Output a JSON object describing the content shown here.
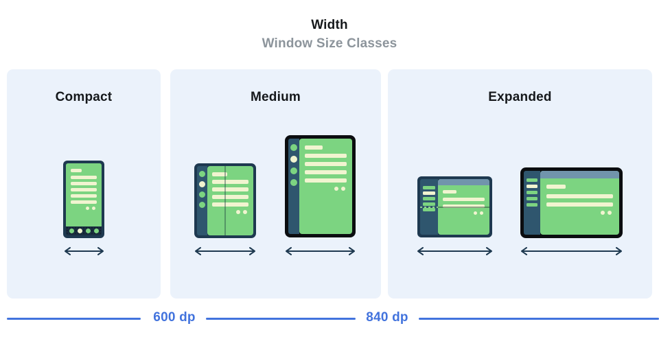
{
  "header": {
    "title": "Width",
    "subtitle": "Window Size Classes"
  },
  "panels": [
    {
      "label": "Compact"
    },
    {
      "label": "Medium"
    },
    {
      "label": "Expanded"
    }
  ],
  "ruler": {
    "breakpoints": [
      {
        "label": "600 dp"
      },
      {
        "label": "840 dp"
      }
    ]
  },
  "colors": {
    "page_bg": "#FFFFFF",
    "panel_bg": "#EBF2FB",
    "frame_navy": "#1E3950",
    "frame_black": "#0B0D10",
    "rail_navy": "#2F566E",
    "screen_green": "#7CD481",
    "cream": "#F1F4D0",
    "appbar_blue": "#7194AC",
    "navbar_navy": "#1A2E41",
    "ruler_blue": "#4273DD",
    "arrow_navy": "#1E3950",
    "title_color": "#15181B",
    "subtitle_gray": "#8C949B"
  }
}
